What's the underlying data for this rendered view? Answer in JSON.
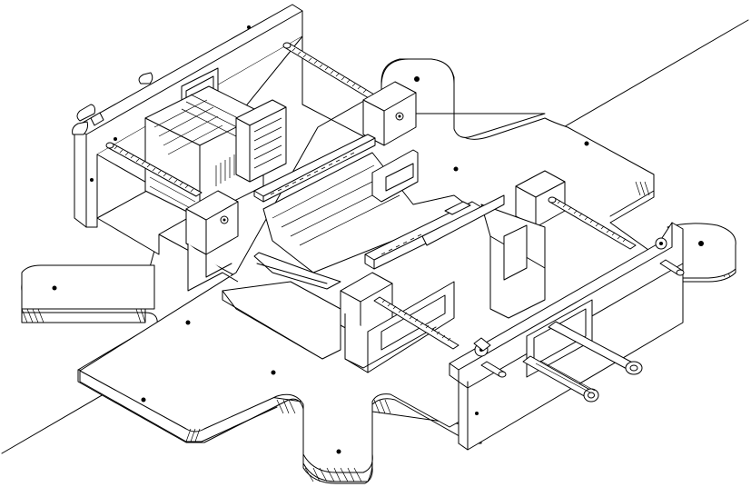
{
  "drawing": {
    "kind": "isometric line drawing of a mechanical assembly",
    "stroke_color": "#000000",
    "background_color": "#ffffff",
    "parts": [
      "base-plate",
      "left-motor-bracket",
      "right-motor-bracket",
      "stepper-motor",
      "lead-screw",
      "guide-rod",
      "ribbon-cable",
      "carriage-block",
      "mounting-hole",
      "projection-line"
    ]
  }
}
